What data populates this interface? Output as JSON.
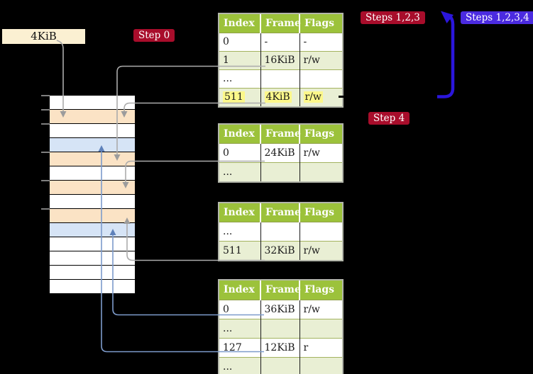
{
  "labels": {
    "page_size_box": "4KiB",
    "step0": "Step 0",
    "steps123": "Steps 1,2,3",
    "steps1234": "Steps 1,2,3,4",
    "step4": "Step 4"
  },
  "colors": {
    "badge_red": "#A80D2B",
    "badge_blue": "#4B2BE0",
    "loop_arrow": "#2B16DB",
    "table_header_green": "#9CC23B",
    "table_row_green": "#E9EFD4",
    "highlight_yellow": "#FCF88A",
    "memory_orange": "#FBE3C5",
    "memory_blue": "#D6E4F6",
    "memory_white": "#FFFFFF",
    "box_cream": "#FBF0D2",
    "connector_gray": "#ABABAB",
    "connector_gray_head": "#9C9C9C",
    "connector_blue": "#7D9BCB",
    "connector_blue_head": "#5E81BA",
    "table_border": "#B3B6AA",
    "cell_divider": "#1A1A1A",
    "row_divider": "#A3B35F",
    "tick_gray": "#7F7F7F"
  },
  "memory": {
    "row_colors": [
      "white",
      "orange",
      "white",
      "blue",
      "orange",
      "white",
      "orange",
      "white",
      "orange",
      "blue",
      "white",
      "white",
      "white",
      "white"
    ]
  },
  "tables": [
    {
      "name": "page-table-level-1",
      "headers": [
        "Index",
        "Frame",
        "Flags"
      ],
      "rows": [
        {
          "cells": [
            "0",
            "-",
            "-"
          ],
          "shaded": false,
          "highlight": false
        },
        {
          "cells": [
            "1",
            "16KiB",
            "r/w"
          ],
          "shaded": true,
          "highlight": false
        },
        {
          "cells": [
            "...",
            "",
            ""
          ],
          "shaded": false,
          "highlight": false
        },
        {
          "cells": [
            "511",
            "4KiB",
            "r/w"
          ],
          "shaded": true,
          "highlight": true
        }
      ]
    },
    {
      "name": "page-table-level-2",
      "headers": [
        "Index",
        "Frame",
        "Flags"
      ],
      "rows": [
        {
          "cells": [
            "0",
            "24KiB",
            "r/w"
          ],
          "shaded": false,
          "highlight": false
        },
        {
          "cells": [
            "...",
            "",
            ""
          ],
          "shaded": true,
          "highlight": false
        }
      ]
    },
    {
      "name": "page-table-level-3",
      "headers": [
        "Index",
        "Frame",
        "Flags"
      ],
      "rows": [
        {
          "cells": [
            "...",
            "",
            ""
          ],
          "shaded": false,
          "highlight": false
        },
        {
          "cells": [
            "511",
            "32KiB",
            "r/w"
          ],
          "shaded": true,
          "highlight": false
        }
      ]
    },
    {
      "name": "page-table-level-4",
      "headers": [
        "Index",
        "Frame",
        "Flags"
      ],
      "rows": [
        {
          "cells": [
            "0",
            "36KiB",
            "r/w"
          ],
          "shaded": false,
          "highlight": false
        },
        {
          "cells": [
            "...",
            "",
            ""
          ],
          "shaded": true,
          "highlight": false
        },
        {
          "cells": [
            "127",
            "12KiB",
            "r"
          ],
          "shaded": false,
          "highlight": false
        },
        {
          "cells": [
            "...",
            "",
            ""
          ],
          "shaded": true,
          "highlight": false
        }
      ]
    }
  ]
}
